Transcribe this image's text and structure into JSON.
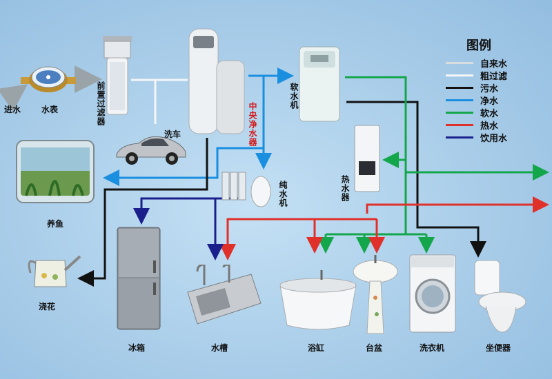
{
  "colors": {
    "tap_water": "#d8dde0",
    "coarse_filter": "#f4f6f8",
    "sewage": "#111111",
    "purified": "#1a8fe0",
    "softened": "#13a64a",
    "hot": "#e0302a",
    "drinking": "#1a1f8c"
  },
  "legend": {
    "title": "图例",
    "items": [
      {
        "label": "自来水",
        "color": "#d8dde0"
      },
      {
        "label": "粗过滤",
        "color": "#f4f6f8"
      },
      {
        "label": "污水",
        "color": "#111111"
      },
      {
        "label": "净水",
        "color": "#1a8fe0"
      },
      {
        "label": "软水",
        "color": "#13a64a"
      },
      {
        "label": "热水",
        "color": "#e0302a"
      },
      {
        "label": "饮用水",
        "color": "#1a1f8c"
      }
    ]
  },
  "labels": {
    "inlet": "进水",
    "meter": "水表",
    "pre_filter": "前置过滤器",
    "car_wash": "洗车",
    "central_purifier": "中央净水器",
    "softener": "软水机",
    "heater": "热水器",
    "pure_water": "纯水机",
    "aquarium": "养鱼",
    "watering": "浇花",
    "fridge": "冰箱",
    "sink": "水槽",
    "bathtub": "浴缸",
    "basin": "台盆",
    "washer": "洗衣机",
    "toilet": "坐便器"
  }
}
